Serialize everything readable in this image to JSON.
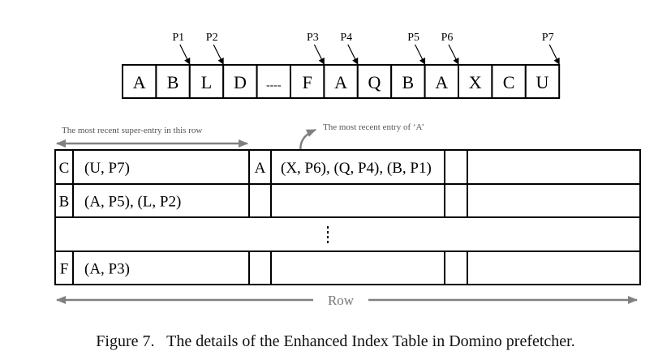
{
  "sequence": [
    "A",
    "B",
    "L",
    "D",
    "----",
    "F",
    "A",
    "Q",
    "B",
    "A",
    "X",
    "C",
    "U"
  ],
  "pointers": [
    {
      "label": "P1",
      "after_index": 1
    },
    {
      "label": "P2",
      "after_index": 2
    },
    {
      "label": "P3",
      "after_index": 5
    },
    {
      "label": "P4",
      "after_index": 6
    },
    {
      "label": "P5",
      "after_index": 8
    },
    {
      "label": "P6",
      "after_index": 9
    },
    {
      "label": "P7",
      "after_index": 12
    }
  ],
  "annotations": {
    "super_entry": "The most recent super-entry in this row",
    "recent_entry": "The most recent entry of ‘A’",
    "row": "Row"
  },
  "table": {
    "rows": [
      {
        "tag1": "C",
        "entries1": "(U, P7)",
        "tag2": "A",
        "entries2": "(X, P6), (Q, P4), (B, P1)"
      },
      {
        "tag1": "B",
        "entries1": "(A, P5), (L, P2)",
        "tag2": "",
        "entries2": ""
      },
      {
        "ellipsis": true
      },
      {
        "tag1": "F",
        "entries1": "(A, P3)",
        "tag2": "",
        "entries2": ""
      }
    ]
  },
  "caption": "Figure 7.   The details of the Enhanced Index Table in Domino prefetcher.",
  "colors": {
    "arrow": "#808080",
    "line": "#000000"
  }
}
